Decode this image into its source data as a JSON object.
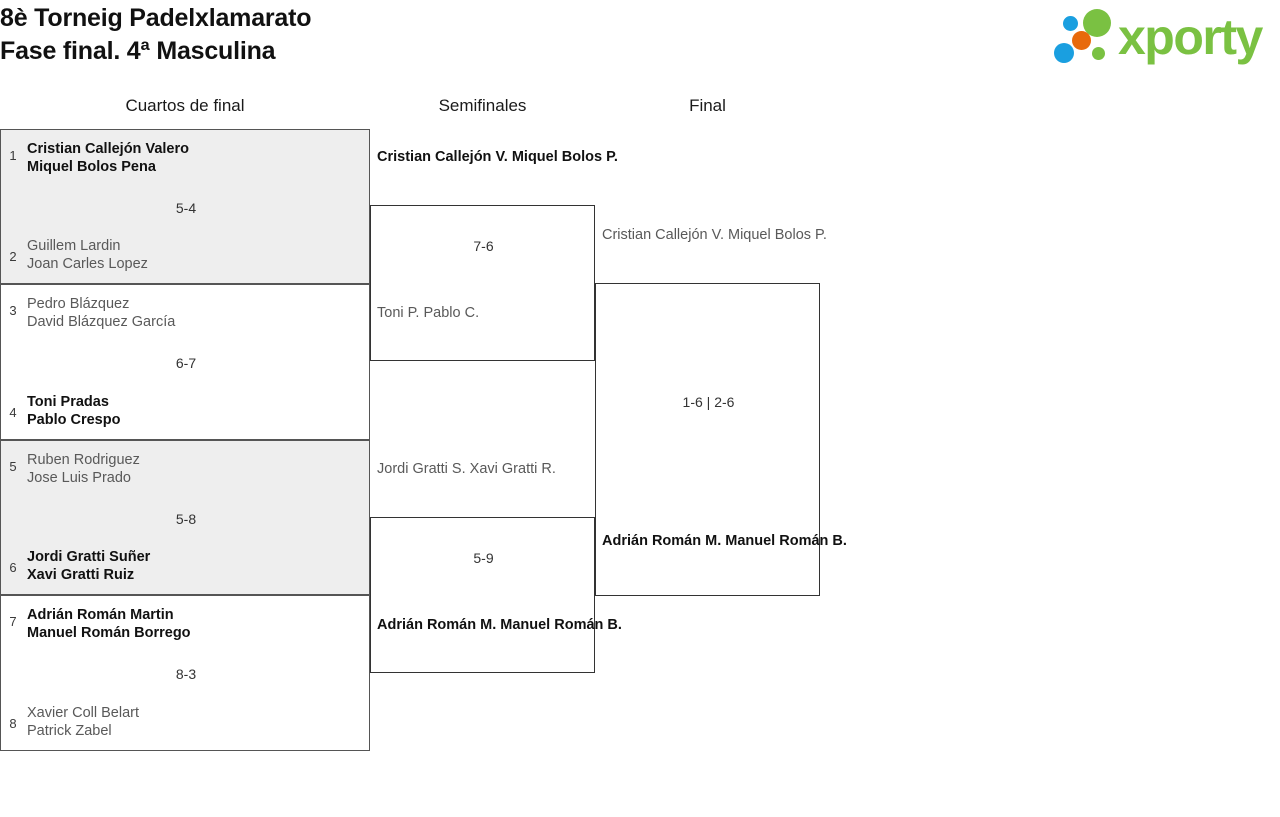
{
  "header": {
    "title_line1": "8è Torneig Padelxlamarato",
    "title_line2": "Fase final. 4ª Masculina",
    "logo_word": "xporty",
    "logo_colors": {
      "green": "#7ac142",
      "blue": "#1a9fe0",
      "orange": "#e8690b"
    }
  },
  "rounds": [
    {
      "label": "Cuartos de final"
    },
    {
      "label": "Semifinales"
    },
    {
      "label": "Final"
    }
  ],
  "quarterfinals": [
    {
      "score": "5-4",
      "shaded": true,
      "top": {
        "seed": "1",
        "player1": "Cristian Callejón Valero",
        "player2": "Miquel Bolos Pena",
        "result": "winner"
      },
      "bottom": {
        "seed": "2",
        "player1": "Guillem Lardin",
        "player2": "Joan Carles Lopez",
        "result": "loser"
      }
    },
    {
      "score": "6-7",
      "shaded": false,
      "top": {
        "seed": "3",
        "player1": "Pedro Blázquez",
        "player2": "David Blázquez García",
        "result": "loser"
      },
      "bottom": {
        "seed": "4",
        "player1": "Toni Pradas",
        "player2": "Pablo Crespo",
        "result": "winner"
      }
    },
    {
      "score": "5-8",
      "shaded": true,
      "top": {
        "seed": "5",
        "player1": "Ruben Rodriguez",
        "player2": "Jose Luis Prado",
        "result": "loser"
      },
      "bottom": {
        "seed": "6",
        "player1": "Jordi Gratti Suñer",
        "player2": "Xavi Gratti Ruiz",
        "result": "winner"
      }
    },
    {
      "score": "8-3",
      "shaded": false,
      "top": {
        "seed": "7",
        "player1": "Adrián Román Martin",
        "player2": "Manuel Román Borrego",
        "result": "winner"
      },
      "bottom": {
        "seed": "8",
        "player1": "Xavier Coll Belart",
        "player2": "Patrick Zabel",
        "result": "loser"
      }
    }
  ],
  "semifinals": [
    {
      "score": "7-6",
      "top": {
        "player1": "Cristian Callejón V.",
        "player2": "Miquel Bolos P.",
        "result": "winner"
      },
      "bottom": {
        "player1": "Toni P.",
        "player2": "Pablo C.",
        "result": "loser"
      }
    },
    {
      "score": "5-9",
      "top": {
        "player1": "Jordi Gratti S.",
        "player2": "Xavi Gratti R.",
        "result": "loser"
      },
      "bottom": {
        "player1": "Adrián Román M.",
        "player2": "Manuel Román B.",
        "result": "winner"
      }
    }
  ],
  "final": {
    "score": "1-6 | 2-6",
    "top": {
      "player1": "Cristian Callejón V.",
      "player2": "Miquel Bolos P.",
      "result": "loser"
    },
    "bottom": {
      "player1": "Adrián Román M.",
      "player2": "Manuel Román B.",
      "result": "winner"
    }
  }
}
